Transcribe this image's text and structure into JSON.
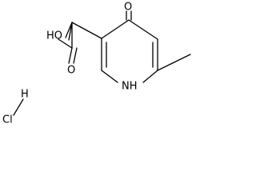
{
  "molecule": {
    "labels": {
      "oxygen_ketone": "O",
      "hydroxyl": "HO",
      "oxygen_carbonyl": "O",
      "nitrogen": "NH",
      "hydrogen": "H",
      "chlorine": "Cl"
    },
    "colors": {
      "bond": "#000000",
      "text": "#000000",
      "background": "#ffffff"
    }
  }
}
